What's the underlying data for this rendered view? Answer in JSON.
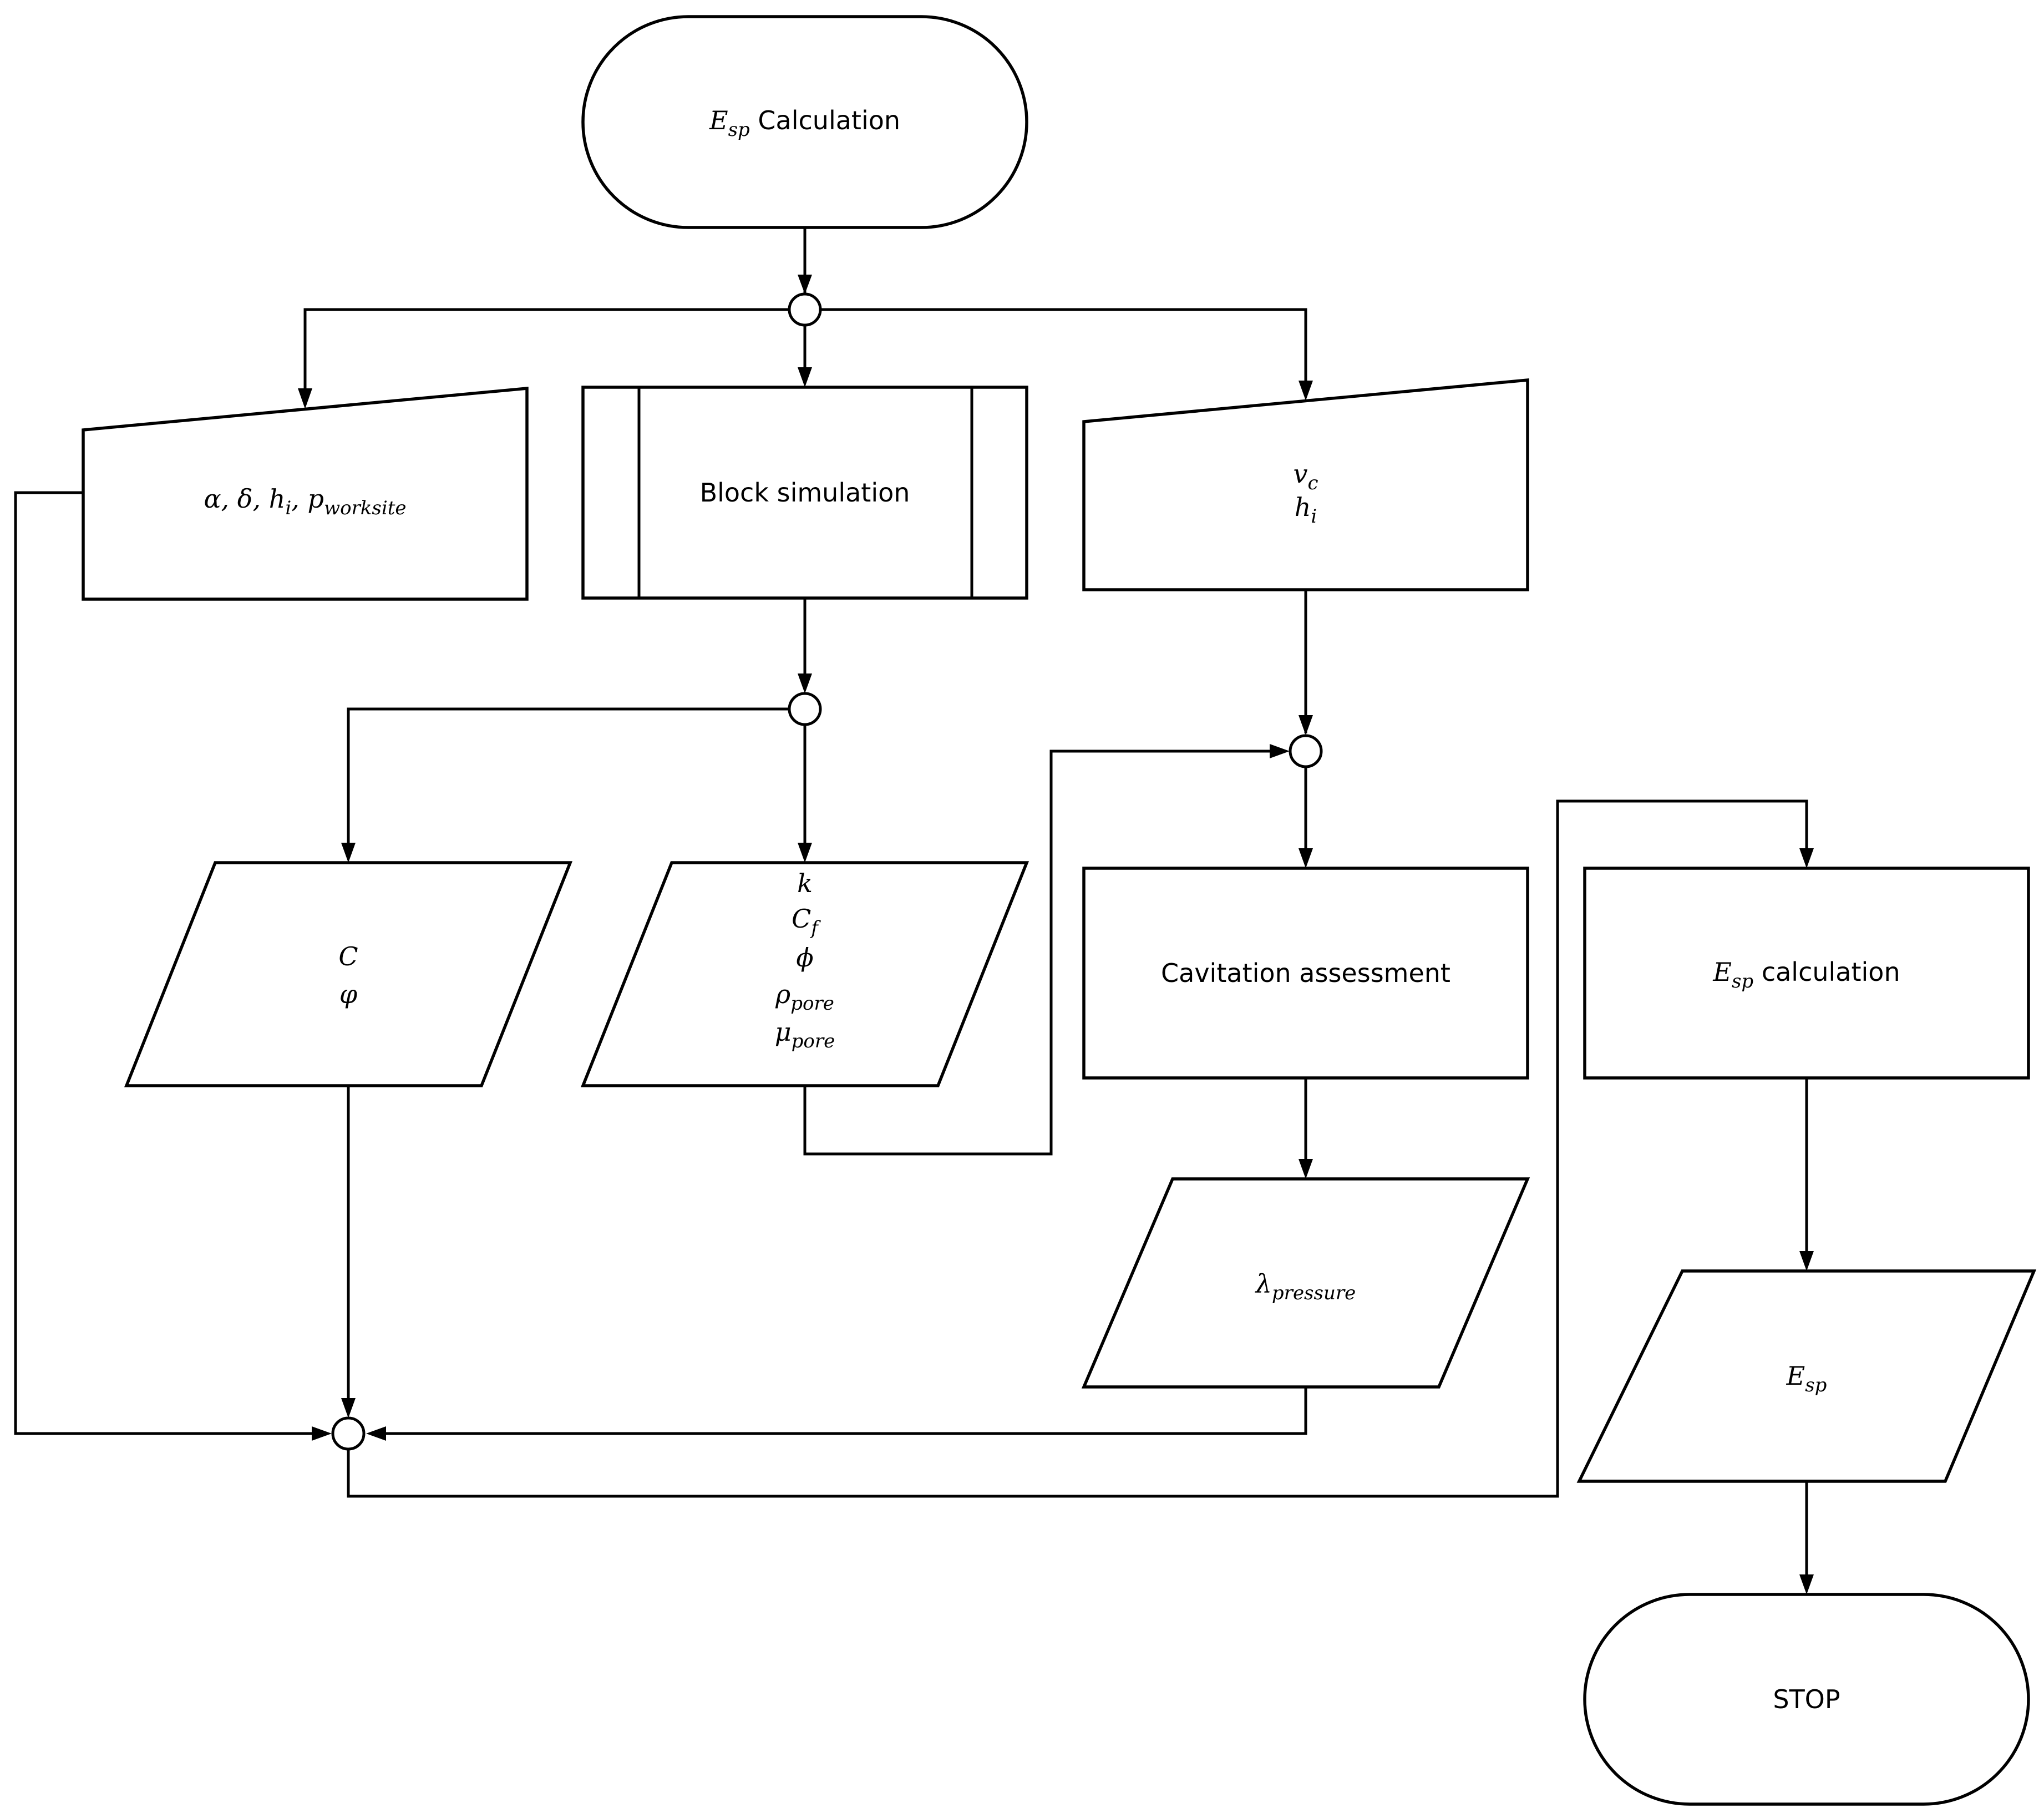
{
  "start_terminal": {
    "symbol": "E",
    "subscript": "sp",
    "text": "Calculation"
  },
  "input_left": {
    "symbols": [
      {
        "symbol": "α",
        "subscript": ""
      },
      {
        "symbol": "δ",
        "subscript": ""
      },
      {
        "symbol": "h",
        "subscript": "i"
      },
      {
        "symbol": "p",
        "subscript": "worksite"
      }
    ],
    "separator": ", "
  },
  "process_block_simulation": {
    "label": "Block simulation"
  },
  "input_right": {
    "lines": [
      {
        "symbol": "v",
        "subscript": "c"
      },
      {
        "symbol": "h",
        "subscript": "i"
      }
    ]
  },
  "output_c_phi": {
    "lines": [
      {
        "symbol": "C",
        "subscript": ""
      },
      {
        "symbol": "φ",
        "subscript": ""
      }
    ]
  },
  "output_block_params": {
    "lines": [
      {
        "symbol": "k",
        "subscript": ""
      },
      {
        "symbol": "C",
        "subscript": "f"
      },
      {
        "symbol": "ϕ",
        "subscript": ""
      },
      {
        "symbol": "ρ",
        "subscript": "pore"
      },
      {
        "symbol": "μ",
        "subscript": "pore"
      }
    ]
  },
  "process_cavitation": {
    "label": "Cavitation assessment"
  },
  "output_lambda": {
    "symbol": "λ",
    "subscript": "pressure"
  },
  "process_esp_calc": {
    "symbol": "E",
    "subscript": "sp",
    "text": "calculation"
  },
  "output_esp": {
    "symbol": "E",
    "subscript": "sp"
  },
  "stop_terminal": {
    "label": "STOP"
  }
}
